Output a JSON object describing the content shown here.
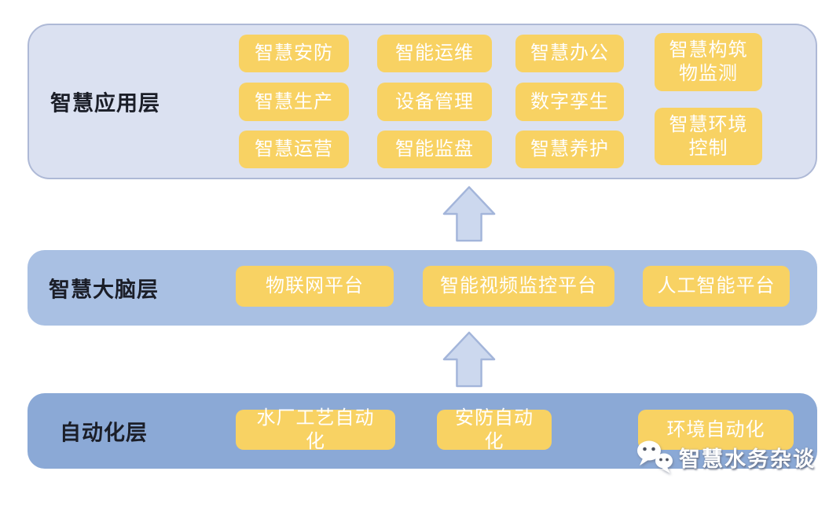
{
  "layers": {
    "application": {
      "label": "智慧应用层",
      "columns": [
        {
          "items": [
            "智慧安防",
            "智慧生产",
            "智慧运营"
          ]
        },
        {
          "items": [
            "智能运维",
            "设备管理",
            "智能监盘"
          ]
        },
        {
          "items": [
            "智慧办公",
            "数字孪生",
            "智慧养护"
          ]
        },
        {
          "items": [
            "智慧构筑物监测",
            "智慧环境控制"
          ]
        }
      ]
    },
    "brain": {
      "label": "智慧大脑层",
      "items": [
        "物联网平台",
        "智能视频监控平台",
        "人工智能平台"
      ]
    },
    "automation": {
      "label": "自动化层",
      "items": [
        "水厂工艺自动化",
        "安防自动化",
        "环境自动化"
      ]
    }
  },
  "arrows": {
    "count": 2,
    "icon": "up-arrow-icon",
    "direction": "up"
  },
  "watermark": {
    "icon": "wechat-icon",
    "text": "智慧水务杂谈"
  },
  "colors": {
    "application_panel": "#dbe1f1",
    "application_panel_border": "#aeb9d6",
    "brain_panel": "#a9c0e3",
    "automation_panel": "#8ba9d6",
    "item_box": "#f8d263",
    "item_box_text": "#ffffff",
    "layer_label_text": "#1b1e28",
    "arrow_fill": "#ccd8ee",
    "arrow_stroke": "#a3b5da"
  }
}
